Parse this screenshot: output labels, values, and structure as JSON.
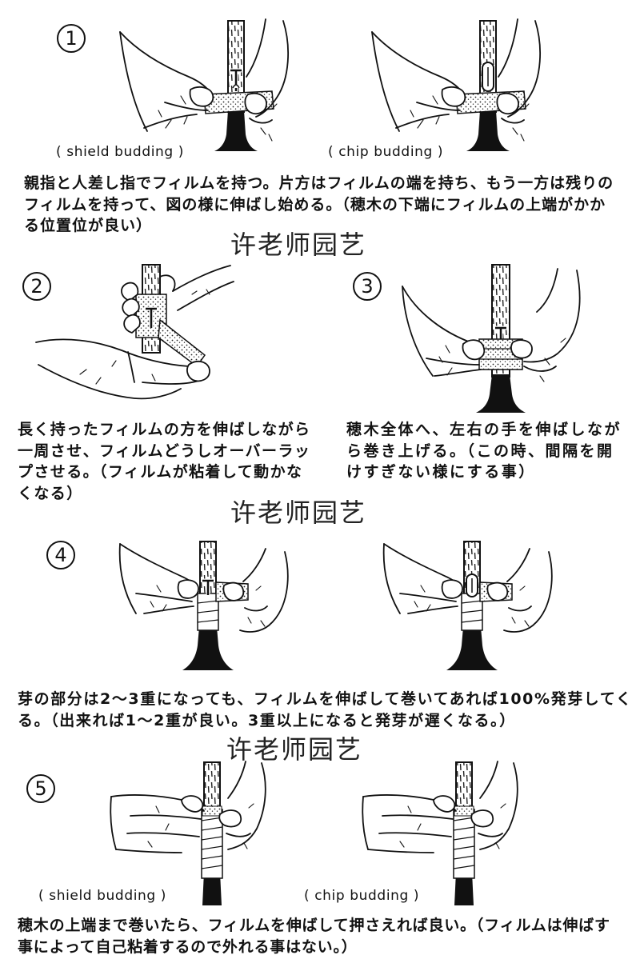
{
  "watermark": "许老师园艺",
  "step1": {
    "number": "1",
    "label_shield": "( shield budding )",
    "label_chip": "( chip budding )",
    "text_lines": [
      "親指と人差し指でフィルムを持つ。片方はフィルムの端を持ち、もう一方は残りの",
      "フィルムを持って、図の様に伸ばし始める。（穂木の下端にフィルムの上端がかか",
      "る位置位が良い）"
    ]
  },
  "step2": {
    "number": "2",
    "text_lines": [
      "長く持ったフィルムの方を伸ばしながら",
      "一周させ、フィルムどうしオーバーラッ",
      "プさせる。（フィルムが粘着して動かな",
      "くなる）"
    ]
  },
  "step3": {
    "number": "3",
    "text_lines": [
      "穂木全体へ、左右の手を伸ばしなが",
      "ら巻き上げる。（この時、間隔を開",
      "けすぎない様にする事）"
    ]
  },
  "step4": {
    "number": "4",
    "text_lines": [
      "芽の部分は2～3重になっても、フィルムを伸ばして巻いてあれば100%発芽してく",
      "る。（出来れば1～2重が良い。3重以上になると発芽が遅くなる。）"
    ]
  },
  "step5": {
    "number": "5",
    "label_shield": "( shield budding )",
    "label_chip": "( chip budding )",
    "text_lines": [
      "穂木の上端まで巻いたら、フィルムを伸ばして押さえれば良い。（フィルムは伸ばす",
      "事によって自己粘着するので外れる事はない。）"
    ]
  }
}
